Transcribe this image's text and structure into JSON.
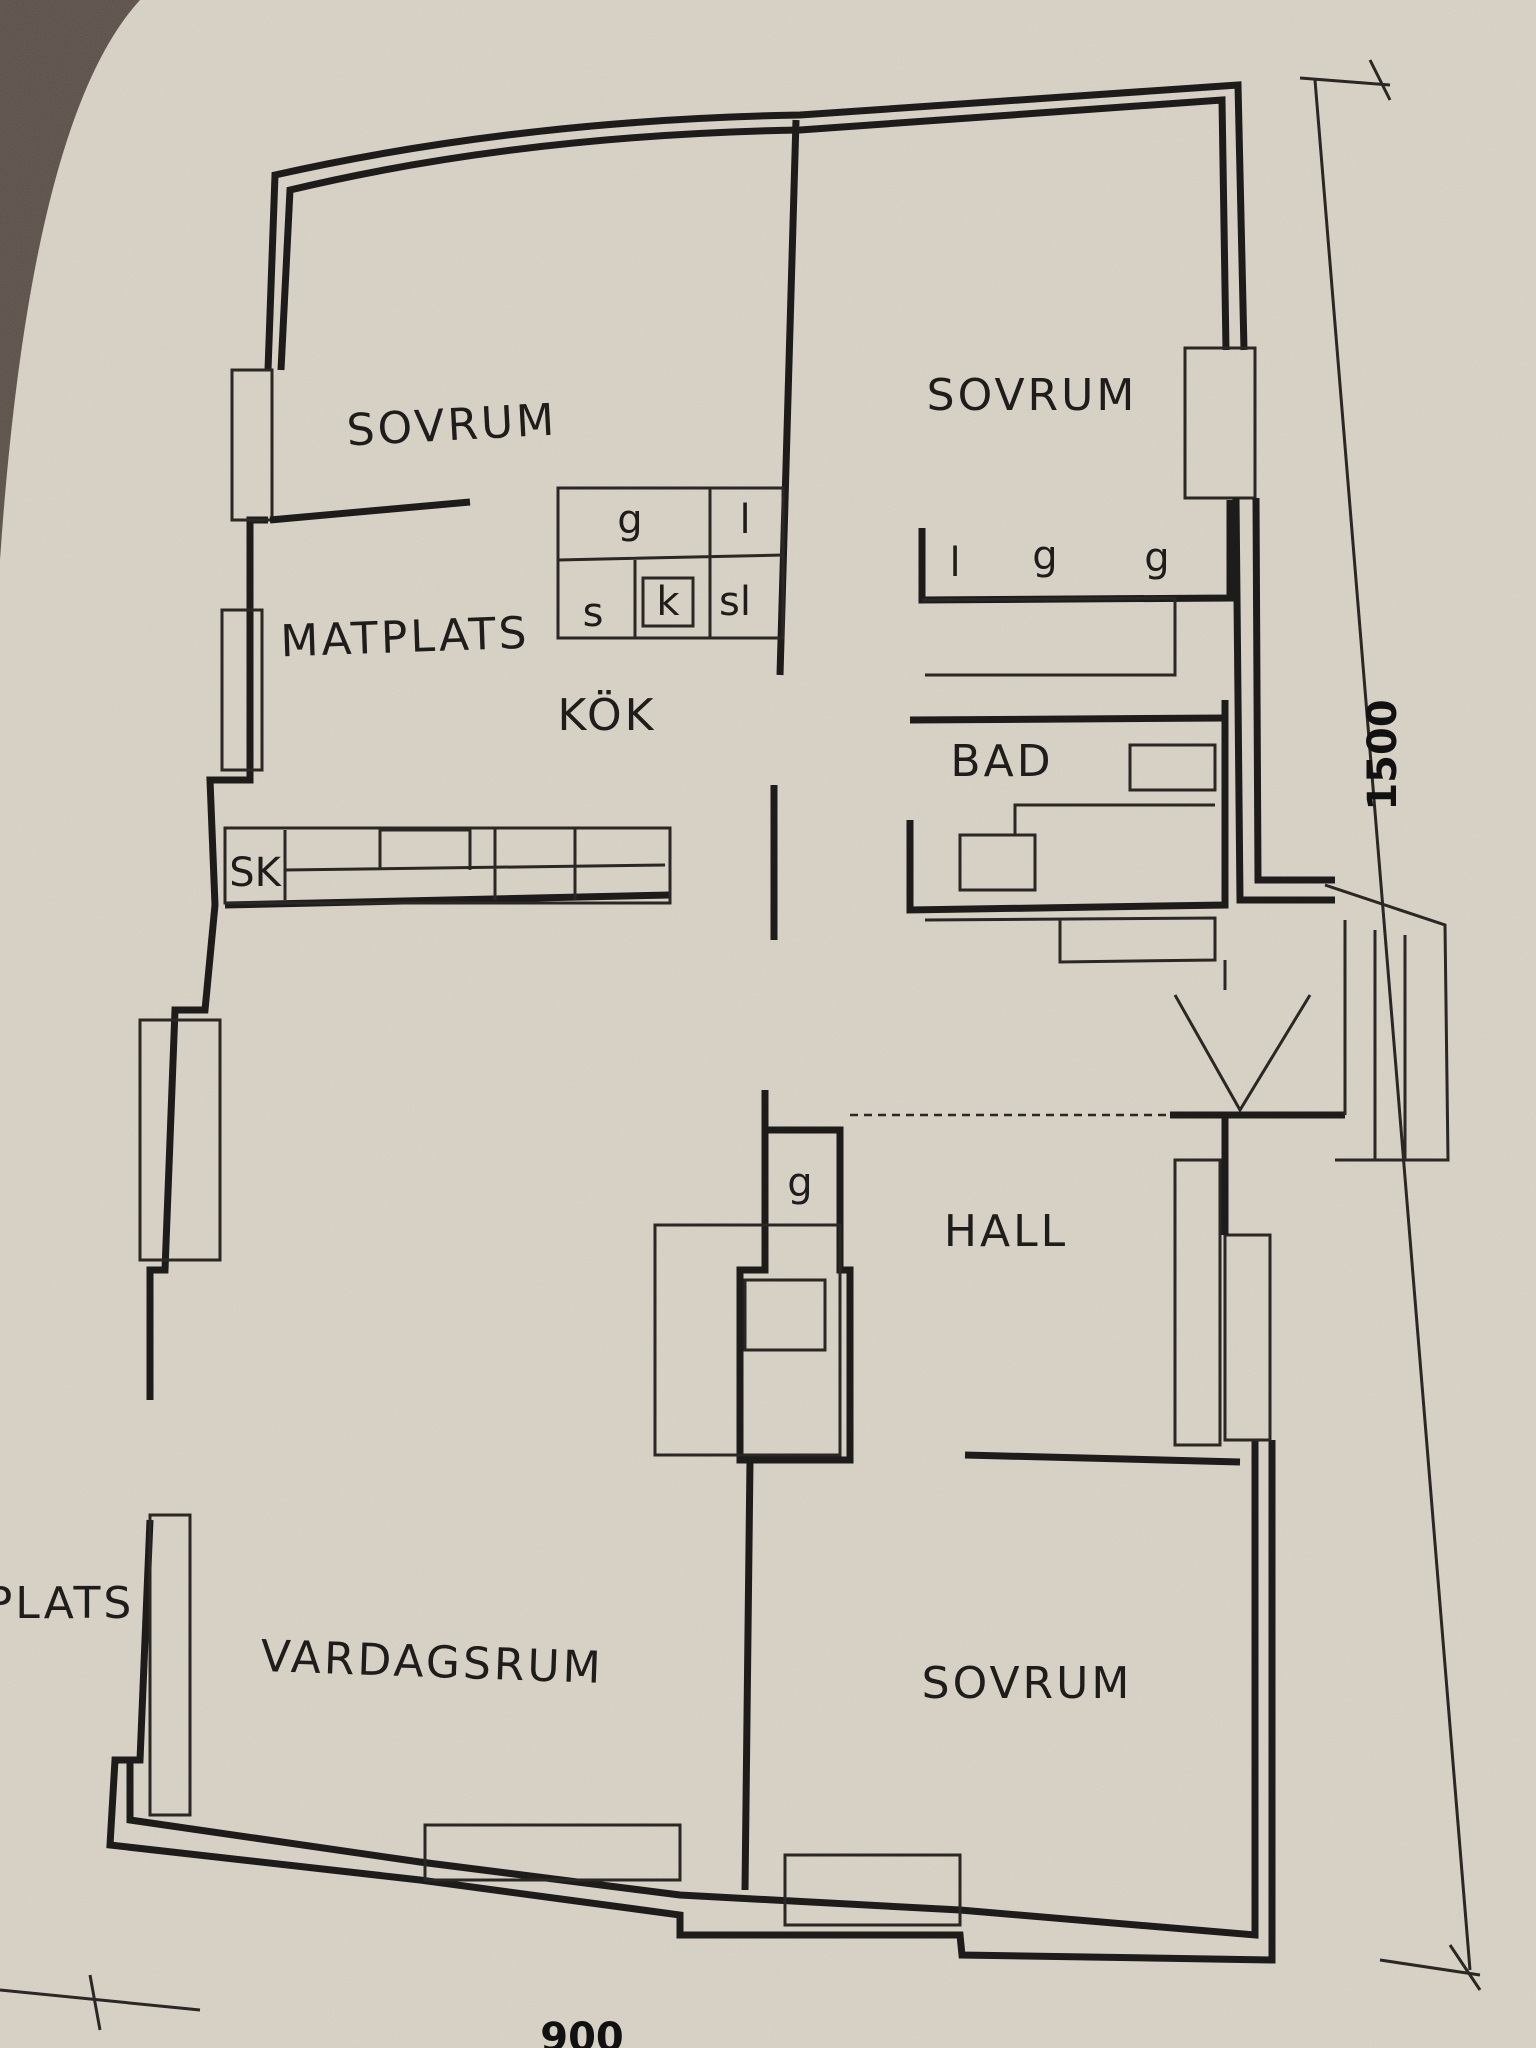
{
  "title": "Floor plan",
  "rooms": {
    "bedroom_top_left": "SOVRUM",
    "bedroom_top_right": "SOVRUM",
    "dining": "MATPLATS",
    "kitchen": "KÖK",
    "bathroom": "BAD",
    "hall": "HALL",
    "bedroom_bottom": "SOVRUM",
    "living_room": "VARDAGSRUM",
    "terrace_partial": "PLATS"
  },
  "fixtures": {
    "kitchen_upper": [
      "g",
      "l"
    ],
    "kitchen_lower": [
      "s",
      "k",
      "sl"
    ],
    "counter": "SK",
    "closets_right": [
      "l",
      "g",
      "g"
    ],
    "hall_closet": "g"
  },
  "dimensions": {
    "height": "1500",
    "width": "900"
  },
  "colors": {
    "paper": "#d9d3c6",
    "ink": "#1e1c1a"
  }
}
